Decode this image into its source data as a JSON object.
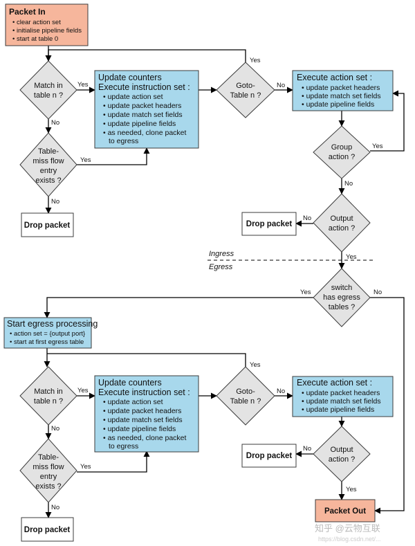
{
  "packet_in": {
    "title": "Packet In",
    "items": [
      "• clear action set",
      "• initialise pipeline fields",
      "• start at table 0"
    ]
  },
  "ingress": {
    "match": [
      "Match in",
      "table n ?"
    ],
    "tablemiss": [
      "Table-",
      "miss flow",
      "entry",
      "exists ?"
    ],
    "update": {
      "lines": [
        "Update counters",
        "Execute instruction set :"
      ],
      "items": [
        "• update action set",
        "• update packet headers",
        "• update match set fields",
        "• update pipeline fields",
        "• as needed, clone packet",
        "to egress"
      ]
    },
    "goto": [
      "Goto-",
      "Table n ?"
    ],
    "execute": {
      "title": "Execute action set :",
      "items": [
        "• update packet headers",
        "• update match set fields",
        "• update pipeline fields"
      ]
    },
    "group": [
      "Group",
      "action ?"
    ],
    "output": [
      "Output",
      "action ?"
    ],
    "drop_left": "Drop packet",
    "drop_right": "Drop packet"
  },
  "zones": {
    "ingress": "Ingress",
    "egress": "Egress"
  },
  "switch": [
    "switch",
    "has egress",
    "tables ?"
  ],
  "egress_start": {
    "title": "Start egress processing",
    "items": [
      "• action set = {output port}",
      "• start at first egress table"
    ]
  },
  "egress": {
    "match": [
      "Match in",
      "table n ?"
    ],
    "tablemiss": [
      "Table-",
      "miss flow",
      "entry",
      "exists ?"
    ],
    "update": {
      "lines": [
        "Update counters",
        "Execute instruction set :"
      ],
      "items": [
        "• update action set",
        "• update packet headers",
        "• update match set fields",
        "• update pipeline fields",
        "• as needed, clone packet",
        "to egress"
      ]
    },
    "goto": [
      "Goto-",
      "Table n ?"
    ],
    "execute": {
      "title": "Execute action set :",
      "items": [
        "• update packet headers",
        "• update match set fields",
        "• update pipeline fields"
      ]
    },
    "output": [
      "Output",
      "action ?"
    ],
    "drop_left": "Drop packet",
    "drop_right": "Drop packet"
  },
  "packet_out": "Packet Out",
  "labels": {
    "yes": "Yes",
    "no": "No"
  },
  "watermark": {
    "main": "知乎 @云物互联",
    "url": "https://blog.csdn.net/..."
  },
  "colors": {
    "blue": "#a8d8ec",
    "salmon": "#f6b69c",
    "diamond": "#e3e3e3"
  }
}
